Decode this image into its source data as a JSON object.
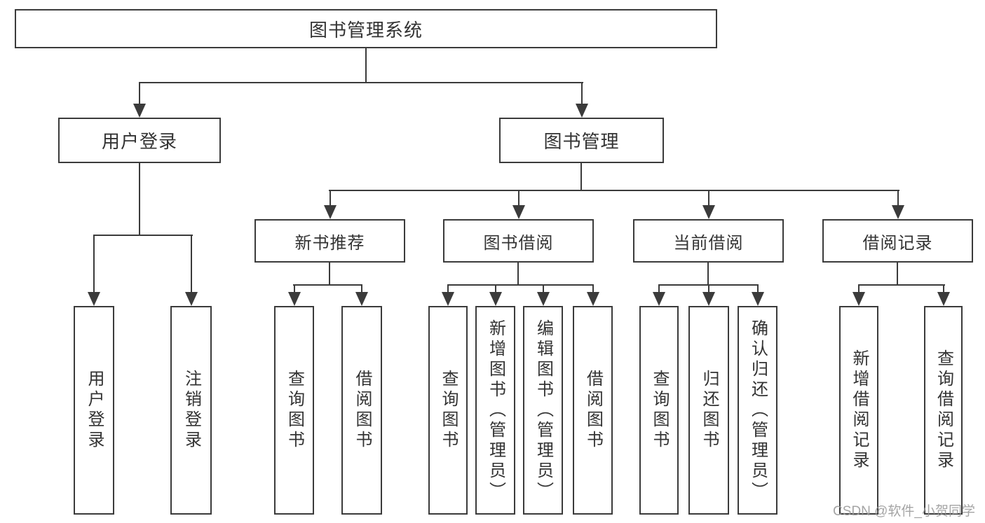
{
  "nodes": {
    "root": "图书管理系统",
    "user-login": "用户登录",
    "book-mgmt": "图书管理",
    "new-book-rec": "新书推荐",
    "book-borrow": "图书借阅",
    "current-borrow": "当前借阅",
    "borrow-records": "借阅记录",
    "leaf-user-login": "用户登录",
    "leaf-logout": "注销登录",
    "leaf-query-book-1": "查询图书",
    "leaf-borrow-book-1": "借阅图书",
    "leaf-query-book-2": "查询图书",
    "leaf-add-book": "新增图书（管理员）",
    "leaf-edit-book": "编辑图书（管理员）",
    "leaf-borrow-book-2": "借阅图书",
    "leaf-query-book-3": "查询图书",
    "leaf-return-book": "归还图书",
    "leaf-confirm-return": "确认归还（管理员）",
    "leaf-add-borrow-record": "新增借阅记录",
    "leaf-query-borrow-record": "查询借阅记录"
  },
  "tree": {
    "label": "图书管理系统",
    "children": [
      {
        "label": "用户登录",
        "children": [
          {
            "label": "用户登录"
          },
          {
            "label": "注销登录"
          }
        ]
      },
      {
        "label": "图书管理",
        "children": [
          {
            "label": "新书推荐",
            "children": [
              {
                "label": "查询图书"
              },
              {
                "label": "借阅图书"
              }
            ]
          },
          {
            "label": "图书借阅",
            "children": [
              {
                "label": "查询图书"
              },
              {
                "label": "新增图书（管理员）"
              },
              {
                "label": "编辑图书（管理员）"
              },
              {
                "label": "借阅图书"
              }
            ]
          },
          {
            "label": "当前借阅",
            "children": [
              {
                "label": "查询图书"
              },
              {
                "label": "归还图书"
              },
              {
                "label": "确认归还（管理员）"
              }
            ]
          },
          {
            "label": "借阅记录",
            "children": [
              {
                "label": "新增借阅记录"
              },
              {
                "label": "查询借阅记录"
              }
            ]
          }
        ]
      }
    ]
  },
  "watermark": "CSDN @软件_小贺同学",
  "colors": {
    "line": "#3b3b3b",
    "text": "#333333",
    "background": "#ffffff",
    "watermark": "#9b9b9b"
  }
}
